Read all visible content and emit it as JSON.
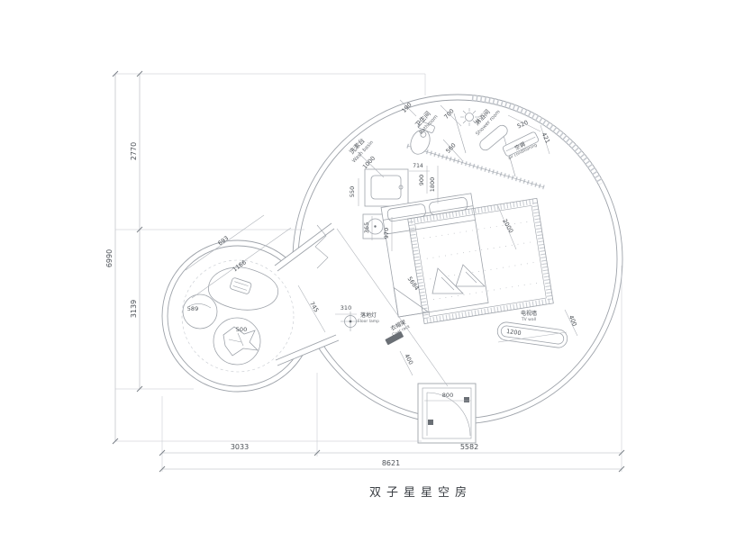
{
  "title": "双子星星空房",
  "colors": {
    "line": "#9ea3aa",
    "text": "#4a4f55",
    "hatch": "#c5c9cf"
  },
  "rooms": {
    "bathroom": {
      "cn": "卫生间",
      "en": "Bathroom"
    },
    "shower": {
      "cn": "淋浴间",
      "en": "Shower room"
    },
    "washbasin": {
      "cn": "洗漱台",
      "en": "Wash basin"
    },
    "air_conditioner": {
      "cn": "空调",
      "en": "air conditioning"
    },
    "floor_lamp": {
      "cn": "落地灯",
      "en": "Floor lamp"
    },
    "coat_rack": {
      "cn": "衣帽架",
      "en": "Coat rack"
    },
    "tv_wall": {
      "cn": "电视墙",
      "en": "TV wall"
    }
  },
  "dims": {
    "h_total": "6990",
    "h_top": "2770",
    "h_bottom": "3139",
    "w_total": "8621",
    "w_left": "3033",
    "w_right": "5582",
    "d190": "190",
    "d700": "700",
    "d520": "520",
    "d421": "421",
    "d1000": "1000",
    "d550": "550",
    "d714": "714",
    "d900": "900",
    "d1800": "1800",
    "d560": "560",
    "d365": "365",
    "d970": "970",
    "d2000": "2000",
    "d5684": "5684",
    "d693": "693",
    "d1166": "1166",
    "d745": "745",
    "d589": "589",
    "d500": "500",
    "d310": "310",
    "d400_coat": "400",
    "d1200": "1200",
    "d400_tv": "400",
    "d800": "800"
  }
}
